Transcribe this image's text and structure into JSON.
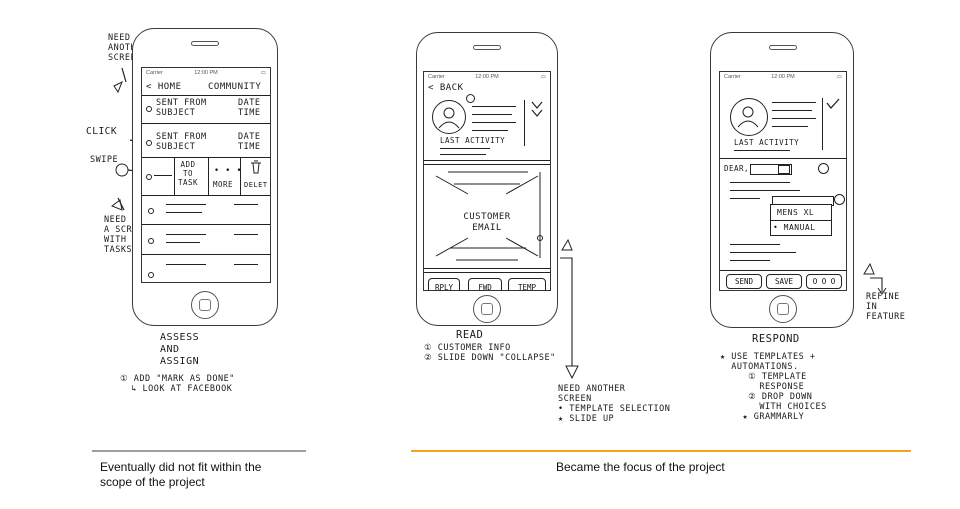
{
  "left_sketch": {
    "note_top": "NEED\nANOTHER\nSCREEN",
    "note_click": "CLICK",
    "note_swipe": "SWIPE",
    "note_need": "NEED\nA SCREEN\nWITH\nTASKS",
    "status": {
      "carrier": "Carrier",
      "time": "12:00 PM"
    },
    "nav_back": "< HOME",
    "nav_right": "COMMUNITY",
    "row1": {
      "sent": "SENT FROM",
      "subject": "SUBJECT",
      "date": "DATE",
      "time": "TIME"
    },
    "row2": {
      "sent": "SENT FROM",
      "subject": "SUBJECT",
      "date": "DATE",
      "time": "TIME"
    },
    "swipe_row": {
      "add": "ADD\nTO\nTASK",
      "more_dots": "• • •",
      "more": "MORE",
      "delete": "DELET"
    },
    "title": "ASSESS\nAND\nASSIGN",
    "footnote": "① ADD \"MARK AS DONE\"\n  ↳ LOOK AT FACEBOOK"
  },
  "middle_sketch": {
    "status": {
      "carrier": "Carrier",
      "time": "12:00 PM"
    },
    "nav_back": "< BACK",
    "profile_label": "LAST ACTIVITY",
    "email_label": "CUSTOMER\nEMAIL",
    "buttons": [
      "RPLY",
      "FWD",
      "TEMP"
    ],
    "title": "READ",
    "notes": "① CUSTOMER INFO\n② SLIDE DOWN \"COLLAPSE\"",
    "arrow_note": "NEED ANOTHER\nSCREEN\n• TEMPLATE SELECTION\n★ SLIDE UP"
  },
  "right_sketch": {
    "status": {
      "carrier": "Carrier",
      "time": "12:00 PM"
    },
    "profile_label": "LAST ACTIVITY",
    "dear": "DEAR,",
    "dropdown": [
      "MENS XL",
      "• MANUAL"
    ],
    "buttons": [
      "SEND",
      "SAVE",
      "o o o"
    ],
    "title": "RESPOND",
    "notes": "★ USE TEMPLATES +\n  AUTOMATIONS.\n     ① TEMPLATE\n       RESPONSE\n     ② DROP DOWN\n       WITH CHOICES\n    ★ GRAMMARLY",
    "side_note": "REFINE\nIN\nFEATURE"
  },
  "captions": {
    "left": "Eventually did not fit within the\nscope of the project",
    "right": "Became the focus of the project"
  },
  "colors": {
    "accent_orange": "#f5a31a",
    "rule_gray": "#9e9e9e"
  }
}
